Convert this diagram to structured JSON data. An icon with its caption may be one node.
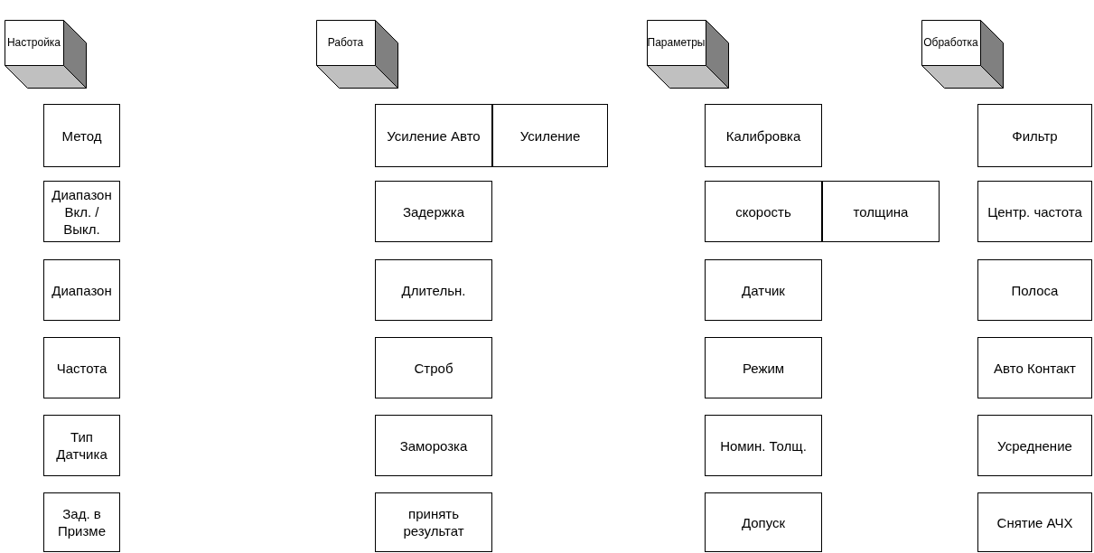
{
  "diagram": {
    "nodes": [
      {
        "text": [
          "Настройка"
        ]
      },
      {
        "text": [
          "Работа"
        ]
      },
      {
        "text": [
          "Параметры"
        ]
      },
      {
        "text": [
          "Обработка"
        ]
      },
      {
        "text": [
          "Метод"
        ]
      },
      {
        "text": [
          "Усиление Авто"
        ]
      },
      {
        "text": [
          "Усиление"
        ]
      },
      {
        "text": [
          "Калибровка"
        ]
      },
      {
        "text": [
          "Фильтр"
        ]
      },
      {
        "text": [
          "Диапазон Вкл. / Выкл."
        ]
      },
      {
        "text": [
          "Задержка"
        ]
      },
      {
        "text": [
          "скорость"
        ]
      },
      {
        "text": [
          "толщина"
        ]
      },
      {
        "text": [
          "Центр. частота"
        ]
      },
      {
        "text": [
          "Диапазон"
        ]
      },
      {
        "text": [
          "Длительн."
        ]
      },
      {
        "text": [
          "Датчик"
        ]
      },
      {
        "text": [
          "Полоса"
        ]
      },
      {
        "text": [
          "Частота"
        ]
      },
      {
        "text": [
          "Строб"
        ]
      },
      {
        "text": [
          "Режим"
        ]
      },
      {
        "text": [
          "Авто Контакт"
        ]
      },
      {
        "text": [
          "Тип Датчика"
        ]
      },
      {
        "text": [
          "Заморозка"
        ]
      },
      {
        "text": [
          "Номин. Толщ."
        ]
      },
      {
        "text": [
          "Усреднение"
        ]
      },
      {
        "text": [
          "Зад. в Призме"
        ]
      },
      {
        "text": [
          "принять результат"
        ]
      },
      {
        "text": [
          "Допуск"
        ]
      },
      {
        "text": [
          "Снятие АЧХ"
        ]
      }
    ],
    "edges": []
  }
}
